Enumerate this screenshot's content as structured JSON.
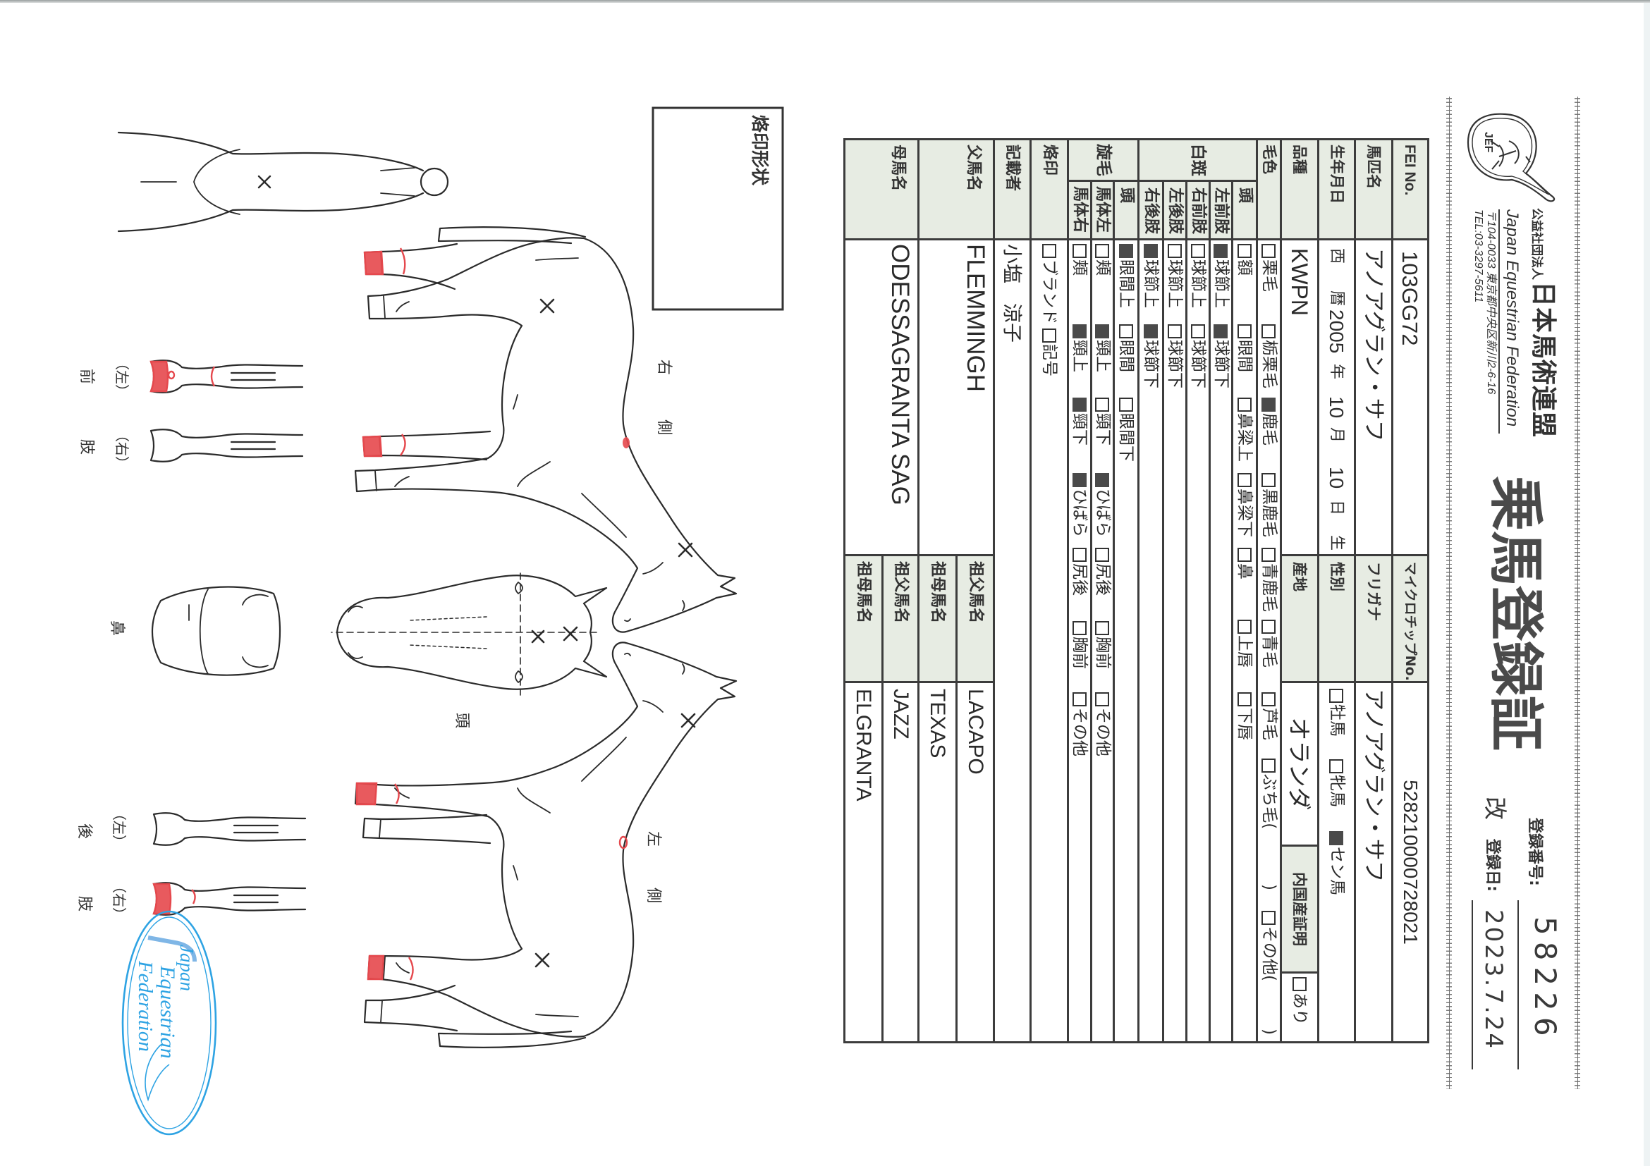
{
  "header": {
    "logo_text": "JEF",
    "org_prefix": "公益社団法人",
    "org_name": "日本馬術連盟",
    "org_name_en": "Japan Equestrian Federation",
    "address": "〒104-0033 東京都中央区新川2-6-16",
    "tel": "TEL:03-3297-5611",
    "title": "乗馬登録証",
    "registration_no_label": "登録番号:",
    "registration_no": "58226",
    "registration_date_mark": "改",
    "registration_date_label": "登録日:",
    "registration_date": "2023.7.24"
  },
  "table": {
    "fei_no": {
      "label": "FEI No.",
      "value": "103GG72"
    },
    "microchip": {
      "label": "マイクロチップNo.",
      "value": "528210000728021"
    },
    "horse_name": {
      "label": "馬匹名",
      "value": "アノアグラン・サフ"
    },
    "furigana": {
      "label": "フリガナ",
      "value": "アノアグラン・サフ"
    },
    "birth_date": {
      "label": "生年月日",
      "era1": "西",
      "era2": "暦",
      "year": "2005",
      "year_unit": "年",
      "month": "10",
      "month_unit": "月",
      "day": "10",
      "day_unit": "日",
      "suffix": "生"
    },
    "sex": {
      "label": "性別",
      "options": [
        {
          "label": "牡馬",
          "checked": false
        },
        {
          "label": "牝馬",
          "checked": false
        },
        {
          "label": "セン馬",
          "checked": true
        }
      ]
    },
    "breed": {
      "label": "品種",
      "value": "KWPN"
    },
    "origin": {
      "label": "産地",
      "value": "オランダ"
    },
    "domestic_cert": {
      "label": "内国産証明",
      "option": {
        "label": "あり",
        "checked": false
      }
    },
    "coat_color": {
      "label": "毛色",
      "paren_close": ")",
      "options": [
        {
          "label": "栗毛",
          "checked": false
        },
        {
          "label": "栃栗毛",
          "checked": false
        },
        {
          "label": "鹿毛",
          "checked": true
        },
        {
          "label": "黒鹿毛",
          "checked": false
        },
        {
          "label": "青鹿毛",
          "checked": false
        },
        {
          "label": "青毛",
          "checked": false
        },
        {
          "label": "芦毛",
          "checked": false
        },
        {
          "label": "ぶち毛(",
          "checked": false
        },
        {
          "label": "その他(",
          "checked": false
        }
      ]
    },
    "white_markings": {
      "label": "白斑",
      "rows": [
        {
          "label": "頭",
          "options": [
            {
              "label": "額",
              "checked": false
            },
            {
              "label": "眼間",
              "checked": false
            },
            {
              "label": "鼻梁上",
              "checked": false
            },
            {
              "label": "鼻梁下",
              "checked": false
            },
            {
              "label": "鼻",
              "checked": false
            },
            {
              "label": "上唇",
              "checked": false
            },
            {
              "label": "下唇",
              "checked": false
            }
          ]
        },
        {
          "label": "左前肢",
          "options": [
            {
              "label": "球節上",
              "checked": true
            },
            {
              "label": "球節下",
              "checked": true
            }
          ]
        },
        {
          "label": "右前肢",
          "options": [
            {
              "label": "球節上",
              "checked": false
            },
            {
              "label": "球節下",
              "checked": false
            }
          ]
        },
        {
          "label": "左後肢",
          "options": [
            {
              "label": "球節上",
              "checked": false
            },
            {
              "label": "球節下",
              "checked": false
            }
          ]
        },
        {
          "label": "右後肢",
          "options": [
            {
              "label": "球節上",
              "checked": true
            },
            {
              "label": "球節下",
              "checked": true
            }
          ]
        }
      ]
    },
    "whorls": {
      "label": "旋毛",
      "rows": [
        {
          "label": "頭",
          "options": [
            {
              "label": "眼間上",
              "checked": true
            },
            {
              "label": "眼間",
              "checked": false
            },
            {
              "label": "眼間下",
              "checked": false
            }
          ]
        },
        {
          "label": "馬体左",
          "options": [
            {
              "label": "頬",
              "checked": false
            },
            {
              "label": "頸上",
              "checked": true
            },
            {
              "label": "頸下",
              "checked": false
            },
            {
              "label": "ひばら",
              "checked": true
            },
            {
              "label": "尻後",
              "checked": false
            },
            {
              "label": "胸前",
              "checked": false
            },
            {
              "label": "その他",
              "checked": false
            }
          ]
        },
        {
          "label": "馬体右",
          "options": [
            {
              "label": "頬",
              "checked": false
            },
            {
              "label": "頸上",
              "checked": true
            },
            {
              "label": "頸下",
              "checked": true
            },
            {
              "label": "ひばら",
              "checked": true
            },
            {
              "label": "尻後",
              "checked": false
            },
            {
              "label": "胸前",
              "checked": false
            },
            {
              "label": "その他",
              "checked": false
            }
          ]
        }
      ]
    },
    "brand": {
      "label": "烙印",
      "options": [
        {
          "label": "ブランド",
          "checked": false
        },
        {
          "label": "記号",
          "checked": false
        }
      ]
    },
    "recorder": {
      "label": "記載者",
      "value": "小塩　涼子"
    },
    "sire": {
      "label": "父馬名",
      "value": "FLEMMINGH",
      "grandsire_label": "祖父馬名",
      "grandsire": "LACAPO",
      "granddam_label": "祖母馬名",
      "granddam": "TEXAS"
    },
    "dam": {
      "label": "母馬名",
      "value": "ODESSAGRANTA SAG",
      "grandsire_label": "祖父馬名",
      "grandsire": "JAZZ",
      "granddam_label": "祖母馬名",
      "granddam": "ELGRANTA"
    }
  },
  "diagrams": {
    "brand_shape_label": "烙印形状",
    "right_side": {
      "char1": "右",
      "char2": "側"
    },
    "left_side": {
      "char1": "左",
      "char2": "側"
    },
    "head_label": "頭",
    "nose_label": "鼻",
    "forelimbs": {
      "left": "（左）",
      "right": "（右）",
      "char1": "前",
      "char2": "肢"
    },
    "hindlimbs": {
      "left": "（左）",
      "right": "（右）",
      "char1": "後",
      "char2": "肢"
    },
    "stamp": {
      "line1": "Japan",
      "line2": "Equestrian",
      "line3": "Federation"
    }
  },
  "colors": {
    "label_bg": "#e7ece3",
    "border": "#3c3c3c",
    "marking_red": "#e5484d",
    "stamp_blue": "#2ea3e3",
    "title": "#4a4a4a"
  }
}
